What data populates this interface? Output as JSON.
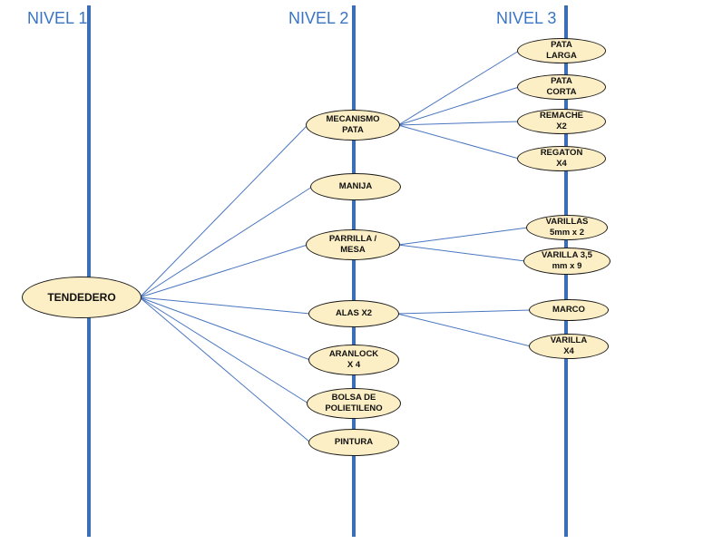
{
  "levels": {
    "nivel1": "NIVEL 1",
    "nivel2": "NIVEL 2",
    "nivel3": "NIVEL 3"
  },
  "colors": {
    "level_line": "#3a6fb7",
    "level_title": "#3a75c4",
    "node_fill": "#fdefc5",
    "connector": "#4a76c0"
  },
  "root": {
    "label": "TENDEDERO"
  },
  "level2": [
    {
      "id": "mecanismo",
      "label": "MECANISMO\nPATA"
    },
    {
      "id": "manija",
      "label": "MANIJA"
    },
    {
      "id": "parrilla",
      "label": "PARRILLA /\nMESA"
    },
    {
      "id": "alas",
      "label": "ALAS  X2"
    },
    {
      "id": "aranlock",
      "label": "ARANLOCK\nX 4"
    },
    {
      "id": "bolsa",
      "label": "BOLSA DE\nPOLIETILENO"
    },
    {
      "id": "pintura",
      "label": "PINTURA"
    }
  ],
  "level3": [
    {
      "id": "pata-larga",
      "parent": "mecanismo",
      "label": "PATA\nLARGA"
    },
    {
      "id": "pata-corta",
      "parent": "mecanismo",
      "label": "PATA\nCORTA"
    },
    {
      "id": "remache",
      "parent": "mecanismo",
      "label": "REMACHE\nX2"
    },
    {
      "id": "regaton",
      "parent": "mecanismo",
      "label": "REGATON\nX4"
    },
    {
      "id": "varillas-5mm",
      "parent": "parrilla",
      "label": "VARILLAS\n5mm x 2"
    },
    {
      "id": "varilla-35",
      "parent": "parrilla",
      "label": "VARILLA 3,5\nmm x 9"
    },
    {
      "id": "marco",
      "parent": "alas",
      "label": "MARCO"
    },
    {
      "id": "varilla-x4",
      "parent": "alas",
      "label": "VARILLA\nX4"
    }
  ]
}
